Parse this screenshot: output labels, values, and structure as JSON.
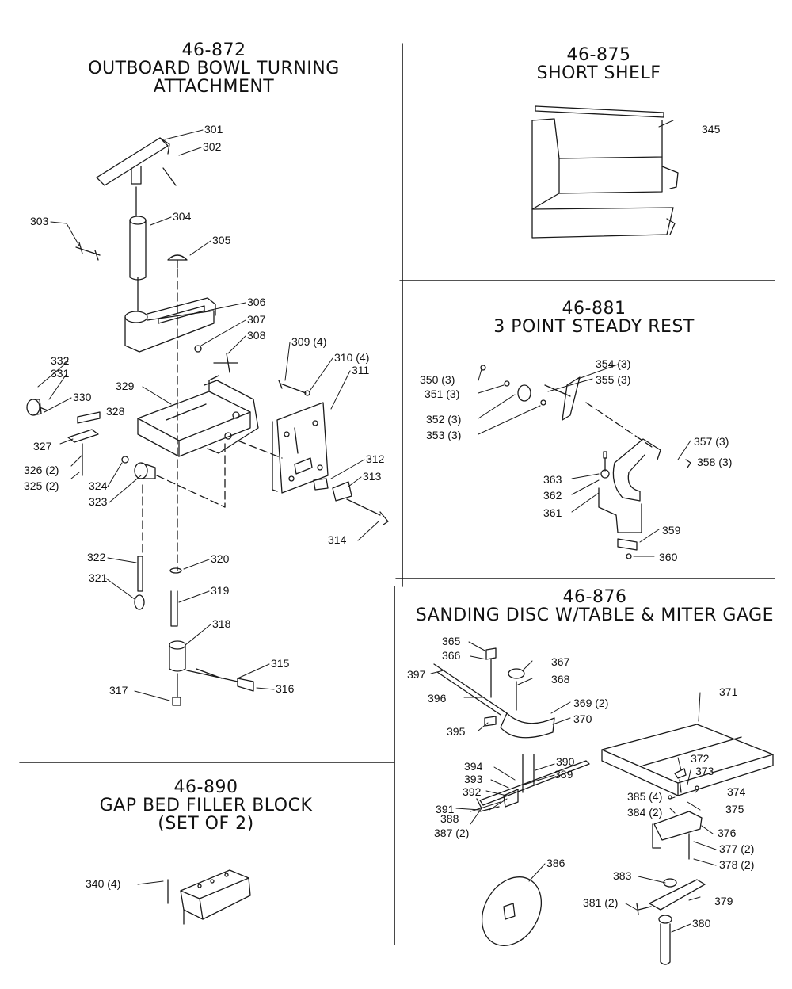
{
  "sections": {
    "outboard": {
      "model": "46-872",
      "title_line1": "OUTBOARD BOWL TURNING",
      "title_line2": "ATTACHMENT",
      "parts": [
        "301",
        "302",
        "303",
        "304",
        "305",
        "306",
        "307",
        "308",
        "309 (4)",
        "310 (4)",
        "311",
        "312",
        "313",
        "314",
        "315",
        "316",
        "317",
        "318",
        "319",
        "320",
        "321",
        "322",
        "323",
        "324",
        "325 (2)",
        "326 (2)",
        "327",
        "328",
        "329",
        "330",
        "331",
        "332"
      ]
    },
    "short_shelf": {
      "model": "46-875",
      "title_line1": "SHORT SHELF",
      "parts": [
        "345"
      ]
    },
    "steady_rest": {
      "model": "46-881",
      "title_line1": "3 POINT STEADY REST",
      "parts": [
        "350 (3)",
        "351 (3)",
        "352 (3)",
        "353 (3)",
        "354 (3)",
        "355 (3)",
        "357 (3)",
        "358 (3)",
        "359",
        "360",
        "361",
        "362",
        "363"
      ]
    },
    "sanding_disc": {
      "model": "46-876",
      "title_line1": "SANDING DISC W/TABLE & MITER GAGE",
      "parts": [
        "365",
        "366",
        "367",
        "368",
        "369 (2)",
        "370",
        "371",
        "372",
        "373",
        "374",
        "375",
        "376",
        "377 (2)",
        "378 (2)",
        "379",
        "380",
        "381 (2)",
        "383",
        "384 (2)",
        "385 (4)",
        "386",
        "387 (2)",
        "388",
        "389",
        "390",
        "391",
        "392",
        "393",
        "394",
        "395",
        "396",
        "397"
      ]
    },
    "filler_block": {
      "model": "46-890",
      "title_line1": "GAP BED FILLER BLOCK",
      "title_line2": "(SET OF 2)",
      "parts": [
        "340 (4)"
      ]
    }
  }
}
